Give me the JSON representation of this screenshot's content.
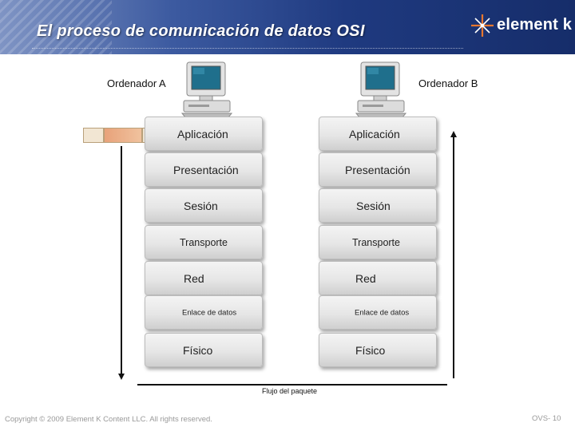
{
  "header": {
    "title": "El proceso de comunicación de datos OSI",
    "logo_text": "element k"
  },
  "computers": {
    "a_label": "Ordenador A",
    "b_label": "Ordenador B"
  },
  "layers_a": [
    "Aplicación",
    "Presentación",
    "Sesión",
    "Transporte",
    "Red",
    "Enlace de datos",
    "Físico"
  ],
  "layers_b": [
    "Aplicación",
    "Presentación",
    "Sesión",
    "Transporte",
    "Red",
    "Enlace de datos",
    "Físico"
  ],
  "flow_label": "Flujo del paquete",
  "footer": {
    "copyright": "Copyright © 2009 Element K Content LLC. All rights reserved.",
    "slide_ref": "OVS- 10"
  },
  "colors": {
    "header_dark": "#162d6a",
    "header_light": "#7f94c4",
    "logo_accent": "#e8772e",
    "layer_fill": "#e6e6e6",
    "packet_tan": "#efe1cc",
    "packet_orange": "#e6a57c",
    "arrow": "#111111"
  }
}
